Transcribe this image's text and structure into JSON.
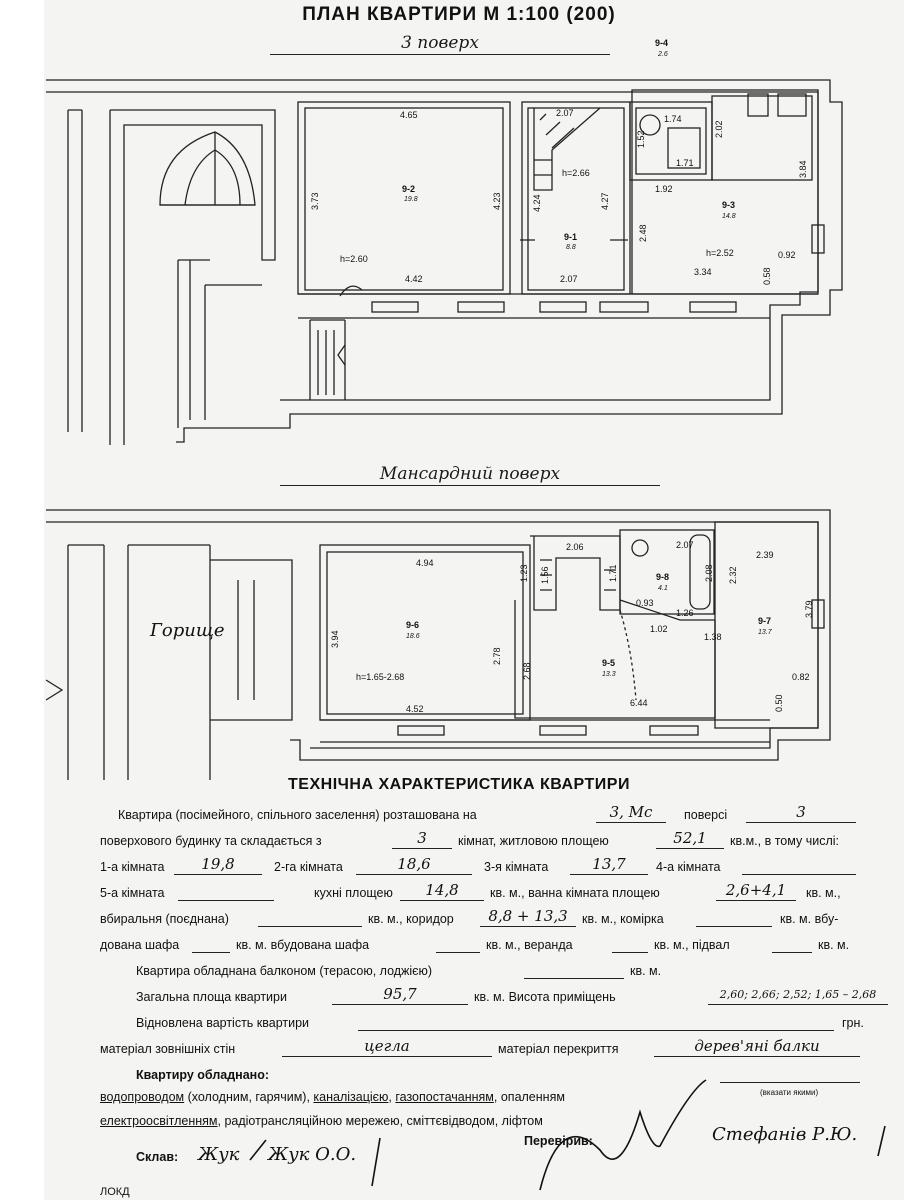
{
  "header": {
    "title": "ПЛАН КВАРТИРИ М 1:100 (200)",
    "floor3_label": "3 поверх",
    "attic_label": "Мансардний поверх"
  },
  "floor3": {
    "stair_mark": {
      "id": "9-4",
      "area": "2.6"
    },
    "room_9_2": {
      "id": "9-2",
      "area": "19.8",
      "height": "h=2.60",
      "dims": [
        "4.65",
        "3.73",
        "4.23",
        "4.42"
      ]
    },
    "room_9_1": {
      "id": "9-1",
      "area": "8.8",
      "height": "h=2.66",
      "dims": [
        "2.07",
        "4.24",
        "4.27",
        "2.07"
      ]
    },
    "room_9_3": {
      "id": "9-3",
      "area": "14.8",
      "height": "h=2.52",
      "dims": [
        "2.02",
        "3.84",
        "1.92",
        "2.48",
        "3.34",
        "0.58",
        "0.92"
      ]
    },
    "bath_dims": [
      "1.52",
      "1.74",
      "1.71"
    ]
  },
  "attic": {
    "attic_word": "Горище",
    "room_9_6": {
      "id": "9-6",
      "area": "18.6",
      "height": "h=1.65-2.68",
      "dims": [
        "4.94",
        "3.94",
        "2.78",
        "4.52",
        "1.23"
      ]
    },
    "room_9_5": {
      "id": "9-5",
      "area": "13.3",
      "dims": [
        "2.06",
        "1.56",
        "1.71",
        "2.68",
        "0.93",
        "1.02",
        "6.44"
      ]
    },
    "room_9_8": {
      "id": "9-8",
      "area": "4.1",
      "dims": [
        "2.07",
        "2.08",
        "1.26"
      ]
    },
    "room_9_7": {
      "id": "9-7",
      "area": "13.7",
      "dims": [
        "2.39",
        "2.32",
        "1.38",
        "3.79",
        "0.82",
        "0.50"
      ]
    }
  },
  "tech": {
    "title": "ТЕХНІЧНА ХАРАКТЕРИСТИКА КВАРТИРИ",
    "l1_a": "Квартира (посімейного, спільного заселення) розташована на",
    "l1_val": "3, Мс",
    "l1_b": "поверсі",
    "l1_val2": "3",
    "l2_a": "поверхового будинку та складається з",
    "l2_val": "3",
    "l2_b": "кімнат, житловою площею",
    "l2_val2": "52,1",
    "l2_c": "кв.м., в тому числі:",
    "l3_r1": "1-а кімната",
    "l3_v1": "19,8",
    "l3_r2": "2-га кімната",
    "l3_v2": "18,6",
    "l3_r3": "3-я кімната",
    "l3_v3": "13,7",
    "l3_r4": "4-а кімната",
    "l4_r5": "5-а кімната",
    "l4_kitchen": "кухні площею",
    "l4_vk": "14,8",
    "l4_bath": "кв. м., ванна кімната площею",
    "l4_vb": "2,6+4,1",
    "l4_end": "кв. м.,",
    "l5_a": "вбиральня (поєднана)",
    "l5_b": "кв. м., коридор",
    "l5_vc": "8,8 + 13,3",
    "l5_c": "кв. м., комірка",
    "l5_d": "кв. м. вбу-",
    "l6_a": "дована шафа",
    "l6_b": "кв. м. вбудована шафа",
    "l6_c": "кв. м., веранда",
    "l6_d": "кв. м., підвал",
    "l6_e": "кв. м.",
    "l7_a": "Квартира обладнана балконом (терасою, лоджією)",
    "l7_b": "кв. м.",
    "l8_a": "Загальна площа квартири",
    "l8_val": "95,7",
    "l8_b": "кв. м. Висота приміщень",
    "l8_vh": "2,60; 2,66; 2,52; 1,65 – 2,68",
    "l9_a": "Відновлена вартість квартири",
    "l9_b": "грн.",
    "l10_a": "матеріал зовнішніх стін",
    "l10_val": "цегла",
    "l10_b": "матеріал перекриття",
    "l10_val2": "дерев'яні балки",
    "l11_a": "Квартиру обладнано:",
    "l11_hint": "(вказати якими)",
    "l12_a": "водопроводом",
    "l12_b": "(холодним, гарячим),",
    "l12_c": "каналізацією",
    "l12_d": "газопостачанням",
    "l12_e": "опаленням",
    "l13_a": "електроосвітленням",
    "l13_b": ", радіотрансляційною мережею, сміттєвідводом, ліфтом",
    "l14_composed": "Склав:",
    "l14_sig1": "Жук",
    "l14_name1": "Жук О.О.",
    "l14_checked": "Перевірив:",
    "l14_name2": "Стефанів Р.Ю.",
    "l15_footer": "ЛОКД"
  }
}
